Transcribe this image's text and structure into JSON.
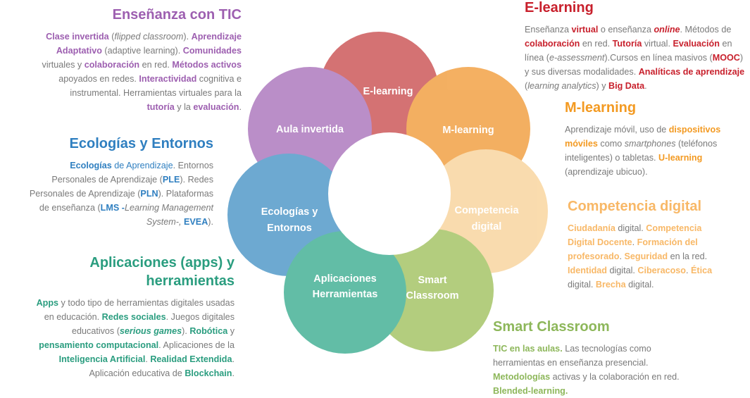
{
  "colors": {
    "elearning": "#cf5f60",
    "mlearning": "#f2a54c",
    "competencia": "#f9d7a3",
    "smart": "#a9c76d",
    "apps": "#4db49a",
    "ecologias": "#5a9ecb",
    "aula": "#b17fc1"
  },
  "circles": {
    "elearning": "E-learning",
    "mlearning": "M-learning",
    "competencia": [
      "Competencia",
      "digital"
    ],
    "smart": [
      "Smart",
      "Classroom"
    ],
    "apps": [
      "Aplicaciones",
      "Herramientas"
    ],
    "ecologias": [
      "Ecologías y",
      "Entornos"
    ],
    "aula": "Aula invertida"
  },
  "blocks": {
    "tic": {
      "color": "#9d5fb0",
      "heading": [
        "Enseñanza con TIC"
      ],
      "lines": [
        [
          [
            "Clase invertida",
            "b"
          ],
          [
            " ("
          ],
          [
            "flipped classroom",
            "i"
          ],
          [
            "). "
          ],
          [
            "Aprendizaje",
            "b"
          ]
        ],
        [
          [
            "Adaptativo",
            "b"
          ],
          [
            " (adaptive learning). "
          ],
          [
            "Comunidades",
            "b"
          ]
        ],
        [
          [
            "virtuales y "
          ],
          [
            "colaboración",
            "b"
          ],
          [
            " en red. "
          ],
          [
            "Métodos activos",
            "b"
          ]
        ],
        [
          [
            "apoyados en redes. "
          ],
          [
            "Interactividad",
            "b"
          ],
          [
            " cognitiva e"
          ]
        ],
        [
          [
            "instrumental. Herramientas virtuales para la"
          ]
        ],
        [
          [
            "tutoría",
            "b"
          ],
          [
            " y la "
          ],
          [
            "evaluación",
            "b"
          ],
          [
            "."
          ]
        ]
      ]
    },
    "ecologias": {
      "color": "#2f7fc0",
      "heading": [
        "Ecologías y Entornos"
      ],
      "lines": [
        [
          [
            "Ecologías",
            "b"
          ],
          [
            " de Aprendizaje",
            "c"
          ],
          [
            ". Entornos"
          ]
        ],
        [
          [
            "Personales de Aprendizaje ("
          ],
          [
            "PLE",
            "b"
          ],
          [
            ").  Redes"
          ]
        ],
        [
          [
            "Personales de Aprendizaje ("
          ],
          [
            "PLN",
            "b"
          ],
          [
            "). Plataformas"
          ]
        ],
        [
          [
            "de enseñanza ("
          ],
          [
            "LMS",
            "b"
          ],
          [
            " -",
            "b"
          ],
          [
            "Learning Management",
            "i"
          ]
        ],
        [
          [
            "System-,",
            "i"
          ],
          [
            "  "
          ],
          [
            "EVEA",
            "b"
          ],
          [
            ")."
          ]
        ]
      ]
    },
    "apps": {
      "color": "#2a9d7f",
      "heading": [
        "Aplicaciones (apps) y",
        "herramientas"
      ],
      "lines": [
        [
          [
            "Apps",
            "b"
          ],
          [
            " y todo tipo de herramientas digitales usadas"
          ]
        ],
        [
          [
            "en educación. "
          ],
          [
            "Redes sociales",
            "b"
          ],
          [
            ". Juegos digitales"
          ]
        ],
        [
          [
            "educativos ("
          ],
          [
            "serious games",
            "bi"
          ],
          [
            "). "
          ],
          [
            "Robótica",
            "b"
          ],
          [
            " y"
          ]
        ],
        [
          [
            "pensamiento computacional",
            "b"
          ],
          [
            ". Aplicaciones de la"
          ]
        ],
        [
          [
            "Inteligencia Artificial",
            "b"
          ],
          [
            ". "
          ],
          [
            "Realidad Extendida",
            "b"
          ],
          [
            "."
          ]
        ],
        [
          [
            "Aplicación educativa de "
          ],
          [
            "Blockchain",
            "b"
          ],
          [
            "."
          ]
        ]
      ]
    },
    "elearning": {
      "color": "#c8202c",
      "heading": [
        "E-learning"
      ],
      "lines": [
        [
          [
            "Enseñanza "
          ],
          [
            "virtual",
            "b"
          ],
          [
            " o enseñanza "
          ],
          [
            "online",
            "bi"
          ],
          [
            ". Métodos de"
          ]
        ],
        [
          [
            "colaboración",
            "b"
          ],
          [
            " en red. "
          ],
          [
            "Tutoría",
            "b"
          ],
          [
            " virtual. "
          ],
          [
            "Evaluación",
            "b"
          ],
          [
            " en"
          ]
        ],
        [
          [
            "línea ("
          ],
          [
            "e-assessment",
            "i"
          ],
          [
            ").Cursos en línea masivos ("
          ],
          [
            "MOOC",
            "b"
          ],
          [
            ")"
          ]
        ],
        [
          [
            "y sus diversas modalidades. "
          ],
          [
            "Analíticas de aprendizaje",
            "b"
          ]
        ],
        [
          [
            "("
          ],
          [
            "learning analytics",
            "i"
          ],
          [
            ") y "
          ],
          [
            "Big Data",
            "b"
          ],
          [
            "."
          ]
        ]
      ]
    },
    "mlearning": {
      "color": "#f39a22",
      "heading": [
        "M-learning"
      ],
      "lines": [
        [
          [
            "Aprendizaje móvil, uso de "
          ],
          [
            "dispositivos",
            "b"
          ]
        ],
        [
          [
            "móviles",
            "b"
          ],
          [
            " como "
          ],
          [
            "smartphones",
            "i"
          ],
          [
            " (teléfonos"
          ]
        ],
        [
          [
            "inteligentes) o tabletas. "
          ],
          [
            "U-learning",
            "b"
          ]
        ],
        [
          [
            "(aprendizaje ubicuo)."
          ]
        ]
      ]
    },
    "competencia": {
      "color": "#f8b867",
      "heading": [
        "Competencia digital"
      ],
      "lines": [
        [
          [
            "Ciudadanía",
            "b"
          ],
          [
            " digital. "
          ],
          [
            "Competencia",
            "b"
          ]
        ],
        [
          [
            "Digital Docente",
            "b"
          ],
          [
            ". "
          ],
          [
            "Formación del",
            "b"
          ]
        ],
        [
          [
            "profesorado",
            "b"
          ],
          [
            ". "
          ],
          [
            "Seguridad",
            "b"
          ],
          [
            " en la red."
          ]
        ],
        [
          [
            "Identidad",
            "b"
          ],
          [
            " digital. "
          ],
          [
            "Ciberacoso",
            "b"
          ],
          [
            ". "
          ],
          [
            "Ética",
            "b"
          ]
        ],
        [
          [
            "digital. "
          ],
          [
            "Brecha",
            "b"
          ],
          [
            " digital."
          ]
        ]
      ]
    },
    "smart": {
      "color": "#8db75a",
      "heading": [
        "Smart Classroom"
      ],
      "lines": [
        [
          [
            "TIC en las aulas.",
            "b"
          ],
          [
            " Las tecnologías como"
          ]
        ],
        [
          [
            "herramientas en enseñanza presencial."
          ]
        ],
        [
          [
            "Metodologías",
            "b"
          ],
          [
            " activas y la colaboración en red."
          ]
        ],
        [
          [
            "Blended-learning.",
            "b"
          ]
        ]
      ]
    }
  }
}
